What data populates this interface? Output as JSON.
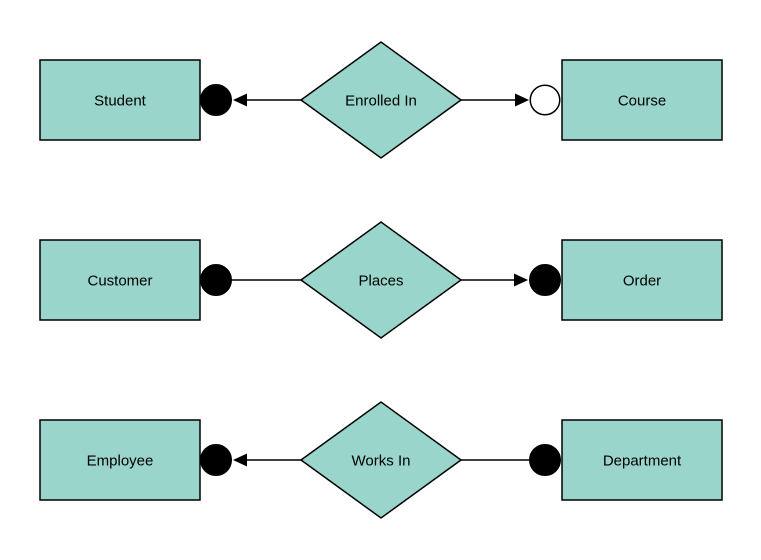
{
  "diagram": {
    "type": "entity-relationship-diagram",
    "canvas_bg": "#ffffff",
    "shape_fill": "#99d5ca",
    "shape_stroke": "#000000",
    "connector_color": "#000000",
    "rows": [
      {
        "left_entity": "Student",
        "relationship": "Enrolled In",
        "right_entity": "Course",
        "left_connector": {
          "terminator": "filled-circle",
          "arrowhead": "points-left-to-entity"
        },
        "right_connector": {
          "terminator": "open-circle",
          "arrowhead": "points-right-to-entity"
        }
      },
      {
        "left_entity": "Customer",
        "relationship": "Places",
        "right_entity": "Order",
        "left_connector": {
          "terminator": "filled-circle",
          "arrowhead": "none"
        },
        "right_connector": {
          "terminator": "filled-circle",
          "arrowhead": "points-right-to-entity"
        }
      },
      {
        "left_entity": "Employee",
        "relationship": "Works In",
        "right_entity": "Department",
        "left_connector": {
          "terminator": "filled-circle",
          "arrowhead": "points-left-to-entity"
        },
        "right_connector": {
          "terminator": "filled-circle",
          "arrowhead": "none"
        }
      }
    ]
  }
}
